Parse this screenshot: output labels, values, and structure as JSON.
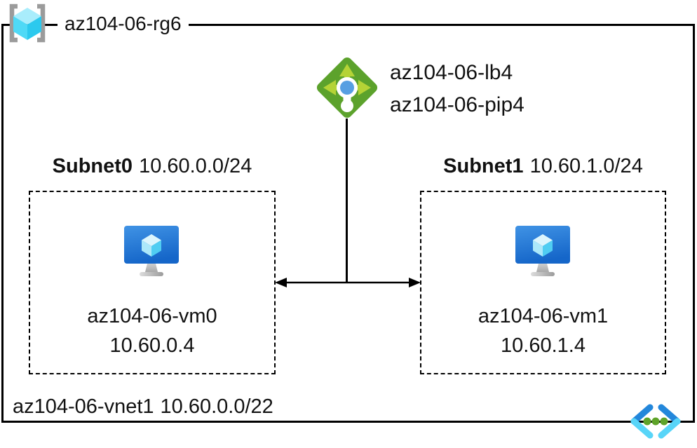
{
  "resource_group": {
    "name": "az104-06-rg6"
  },
  "load_balancer": {
    "name": "az104-06-lb4",
    "public_ip_name": "az104-06-pip4"
  },
  "subnets": [
    {
      "name": "Subnet0",
      "cidr": "10.60.0.0/24",
      "vm_name": "az104-06-vm0",
      "vm_ip": "10.60.0.4"
    },
    {
      "name": "Subnet1",
      "cidr": "10.60.1.0/24",
      "vm_name": "az104-06-vm1",
      "vm_ip": "10.60.1.4"
    }
  ],
  "vnet": {
    "name": "az104-06-vnet1",
    "cidr": "10.60.0.0/22"
  },
  "icons": {
    "resource_group": "resource-group-icon",
    "load_balancer": "load-balancer-icon",
    "virtual_machine": "virtual-machine-icon",
    "virtual_network": "virtual-network-icon"
  },
  "colors": {
    "rg_bracket_gray": "#9B9B9B",
    "rg_cube_top": "#A9EDFC",
    "rg_cube_left": "#4FD9F6",
    "rg_cube_right": "#2CC9EE",
    "lb_diamond_green": "#5CA22C",
    "lb_arrow_green": "#B5D336",
    "lb_dot_blue": "#579FE2",
    "vm_screen_top": "#4093E5",
    "vm_screen_bottom": "#1566C9",
    "vm_cube_top": "#DCF5FD",
    "vm_cube_left": "#ACE8FA",
    "vm_cube_right": "#50CDF2",
    "vnet_chevron_blue": "#2387DB",
    "vnet_chevron_cyan": "#58D5F8",
    "vnet_dot_green": "#5EA329",
    "line_black": "#000000"
  }
}
